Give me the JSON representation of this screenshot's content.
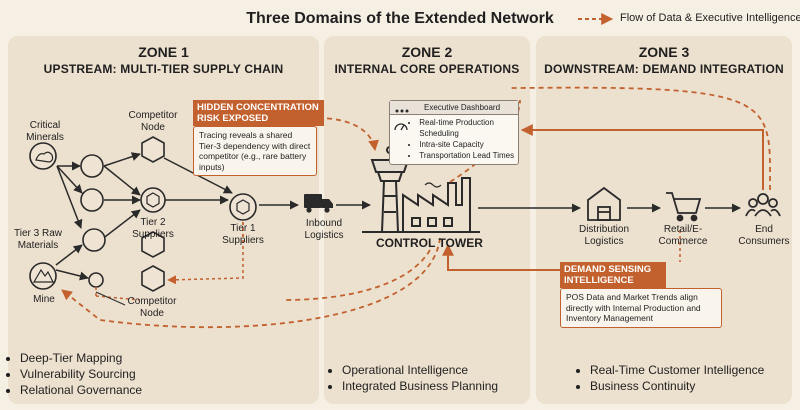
{
  "title": "Three Domains of the Extended Network",
  "legend": {
    "label": "Flow of Data & Executive Intelligence",
    "color": "#c2612e"
  },
  "zone1": {
    "heading": "ZONE 1",
    "subtitle": "UPSTREAM: MULTI-TIER SUPPLY CHAIN",
    "labels": {
      "critical_minerals": "Critical Minerals",
      "tier3": "Tier 3 Raw Materials",
      "mine": "Mine",
      "competitor_top": "Competitor Node",
      "tier2": "Tier 2 Suppliers",
      "tier1": "Tier 1 Suppliers",
      "competitor_bottom": "Competitor Node"
    },
    "callout": {
      "heading": "HIDDEN CONCENTRATION RISK EXPOSED",
      "body": "Tracing reveals a shared Tier-3 dependency with direct competitor (e.g., rare battery inputs)"
    },
    "bullets": [
      "Deep-Tier Mapping",
      "Vulnerability Sourcing",
      "Relational Governance"
    ]
  },
  "zone2": {
    "heading": "ZONE 2",
    "subtitle": "INTERNAL CORE OPERATIONS",
    "inbound": "Inbound Logistics",
    "control_tower": "CONTROL TOWER",
    "dashboard": {
      "title": "Executive Dashboard",
      "items": [
        "Real-time Production Scheduling",
        "Intra-site Capacity",
        "Transportation Lead Times"
      ]
    },
    "bullets": [
      "Operational Intelligence",
      "Integrated Business Planning"
    ]
  },
  "zone3": {
    "heading": "ZONE 3",
    "subtitle": "DOWNSTREAM: DEMAND INTEGRATION",
    "labels": {
      "distribution": "Distribution Logistics",
      "retail": "Retail/E-Commerce",
      "consumers": "End Consumers"
    },
    "callout": {
      "heading": "DEMAND SENSING INTELLIGENCE",
      "body": "POS Data and Market Trends align directly with Internal Production and Inventory Management"
    },
    "bullets": [
      "Real-Time Customer Intelligence",
      "Business Continuity"
    ]
  },
  "colors": {
    "accent": "#c2612e",
    "zone_bg": "#ece0cf",
    "page_bg": "#f6efe4",
    "ink": "#2a2a2a"
  }
}
